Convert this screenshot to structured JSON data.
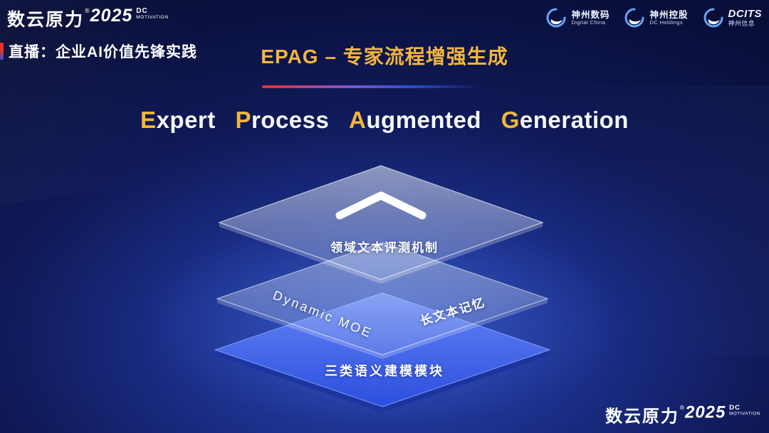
{
  "brand": {
    "name": "数云原力",
    "reg": "®",
    "year": "2025",
    "dc": "DC",
    "motivation": "MOTIVATION"
  },
  "header": {
    "live_label": "直播：企业AI价值先锋实践",
    "title": "EPAG – 专家流程增强生成"
  },
  "partners": [
    {
      "line1": "神州数码",
      "line2": "Digital China"
    },
    {
      "line1": "神州控股",
      "line2": "DC Holdings"
    },
    {
      "line1": "DCITS",
      "line2": "神州信息"
    }
  ],
  "subtitle": {
    "words": [
      {
        "initial": "E",
        "rest": "xpert"
      },
      {
        "initial": "P",
        "rest": "rocess"
      },
      {
        "initial": "A",
        "rest": "ugmented"
      },
      {
        "initial": "G",
        "rest": "eneration"
      }
    ]
  },
  "diagram": {
    "top_layer_label": "领域文本评测机制",
    "middle_left_label": "Dynamic MOE",
    "middle_right_label": "长文本记忆",
    "bottom_layer_label": "三类语义建模模块"
  },
  "colors": {
    "accent_gold": "#f2b63c",
    "divider_red": "#e8332a",
    "divider_blue": "#2a4fd0",
    "layer_blue": "#3f63e6",
    "background_blue": "#1a2d86"
  }
}
